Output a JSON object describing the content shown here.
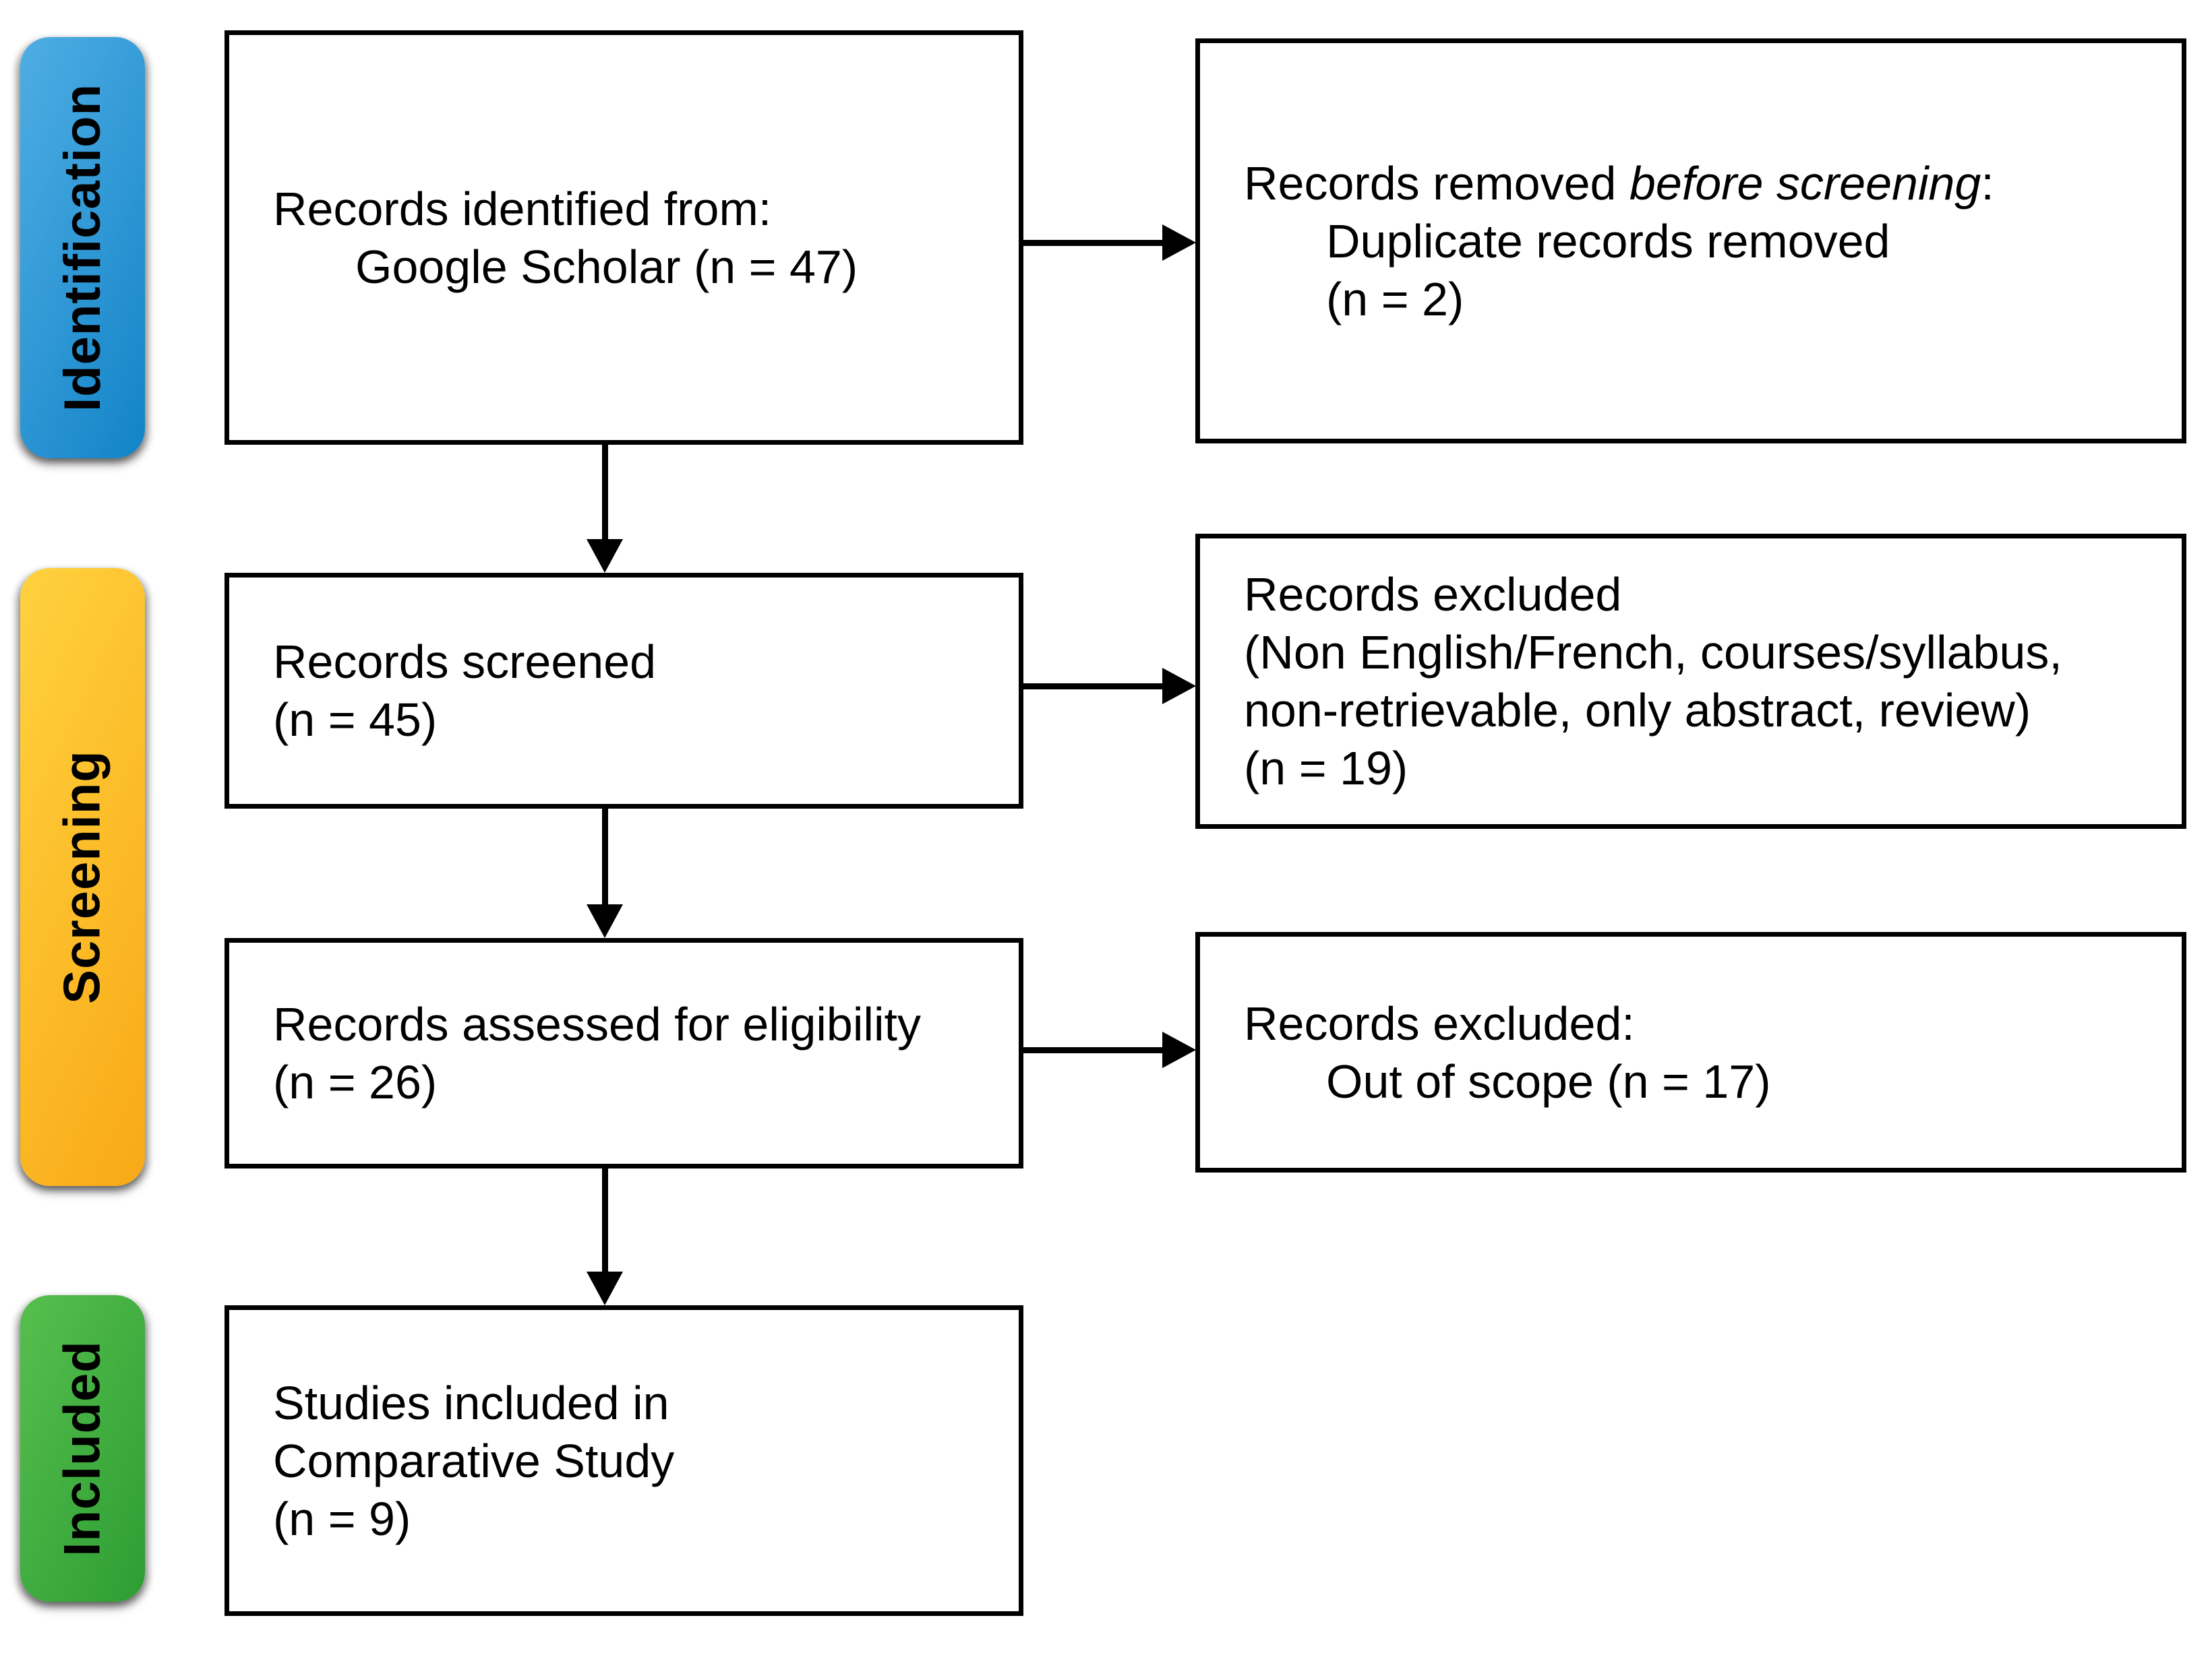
{
  "sidebar": {
    "identification": "Identification",
    "screening": "Screening",
    "included": "Included"
  },
  "boxes": {
    "identified": {
      "line1": "Records identified from:",
      "line2": "Google Scholar (n = 47)"
    },
    "removed": {
      "line1_pre": "Records removed ",
      "line1_italic": "before screening",
      "line1_post": ":",
      "line2": "Duplicate records removed",
      "line3": "(n = 2)"
    },
    "screened": {
      "line1": "Records screened",
      "line2": "(n = 45)"
    },
    "excluded_screening": {
      "line1": "Records excluded",
      "line2": "(Non English/French, courses/syllabus,",
      "line3": "non-retrievable, only abstract, review)",
      "line4": "(n = 19)"
    },
    "assessed": {
      "line1": "Records assessed for eligibility",
      "line2": "(n = 26)"
    },
    "excluded_eligibility": {
      "line1": "Records excluded:",
      "line2": "Out of scope (n = 17)"
    },
    "included_studies": {
      "line1": "Studies included in",
      "line2": "Comparative Study",
      "line3": "(n = 9)"
    }
  },
  "colors": {
    "identification_grad_start": "#4FAEE3",
    "identification_grad_end": "#1283C8",
    "screening_grad_start": "#FFD23E",
    "screening_grad_end": "#F9A816",
    "included_grad_start": "#57BF4E",
    "included_grad_end": "#2D9D33",
    "box_border": "#000000",
    "arrow": "#000000",
    "text": "#000000",
    "background": "#FFFFFF"
  }
}
